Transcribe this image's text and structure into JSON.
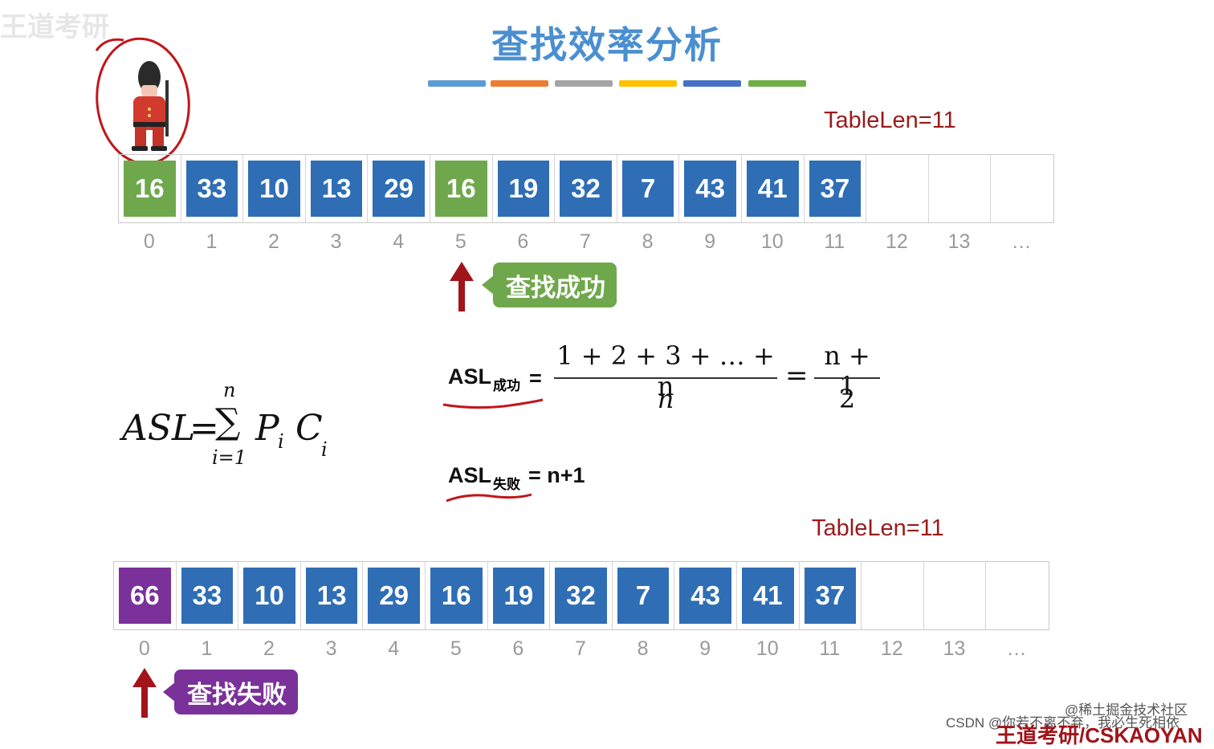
{
  "title": "查找效率分析",
  "colorbars": [
    "#5b9bd5",
    "#ed7d31",
    "#a5a5a5",
    "#ffc000",
    "#4472c4",
    "#70ad47"
  ],
  "tablelen_top": "TableLen=11",
  "tablelen_bottom": "TableLen=11",
  "array_top": {
    "values": [
      "16",
      "33",
      "10",
      "13",
      "29",
      "16",
      "19",
      "32",
      "7",
      "43",
      "41",
      "37",
      "",
      "",
      ""
    ],
    "indices": [
      "0",
      "1",
      "2",
      "3",
      "4",
      "5",
      "6",
      "7",
      "8",
      "9",
      "10",
      "11",
      "12",
      "13",
      "…"
    ]
  },
  "array_bottom": {
    "values": [
      "66",
      "33",
      "10",
      "13",
      "29",
      "16",
      "19",
      "32",
      "7",
      "43",
      "41",
      "37",
      "",
      "",
      ""
    ],
    "indices": [
      "0",
      "1",
      "2",
      "3",
      "4",
      "5",
      "6",
      "7",
      "8",
      "9",
      "10",
      "11",
      "12",
      "13",
      "…"
    ]
  },
  "tag_success": "查找成功",
  "tag_fail": "查找失败",
  "formula_general": {
    "lhs": "ASL",
    "eq": "=",
    "sum_top": "n",
    "sum_bottom": "i=1",
    "sigma": "∑",
    "p": "P",
    "p_sub": "i",
    "c": "C",
    "c_sub": "i"
  },
  "formula_success": {
    "lhs": "ASL",
    "sub": "成功",
    "eq": "=",
    "numerator": "1 + 2 + 3 + … + n",
    "denominator": "n",
    "eq2": "=",
    "numerator2": "n + 1",
    "denominator2": "2"
  },
  "formula_fail": {
    "lhs": "ASL",
    "sub": "失败",
    "rhs": "= n+1"
  },
  "watermark": {
    "topleft": "王道考研",
    "juejin": "@稀土掘金技术社区",
    "csdn": "CSDN @你若不离不弃，我必生死相依",
    "bottom": "王道考研/CSKAOYAN"
  }
}
